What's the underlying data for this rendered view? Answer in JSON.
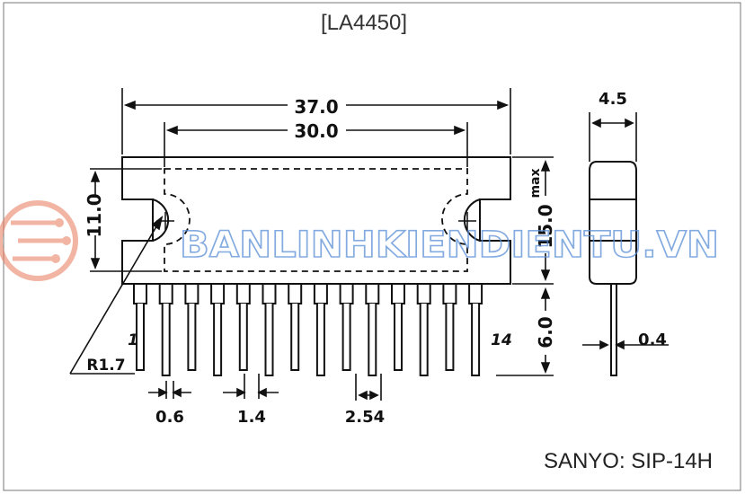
{
  "title": "[LA4450]",
  "package": "SANYO: SIP-14H",
  "watermark": "BANLINHKIENDIENTU.VN",
  "dimensions": {
    "overall_width": "37.0",
    "inner_width": "30.0",
    "height_left": "11.0",
    "height_total": "15.0",
    "height_max": "max",
    "lead_length": "6.0",
    "side_thickness": "4.5",
    "lead_thickness": "0.4",
    "lead_width": "0.6",
    "lead_pitch_a": "1.4",
    "lead_pitch_b": "2.54",
    "radius": "R1.7"
  },
  "pins": {
    "first": "1",
    "last": "14"
  },
  "colors": {
    "line": "#111111",
    "watermark": "#5b8fd6",
    "logo": "#e87a5a"
  }
}
